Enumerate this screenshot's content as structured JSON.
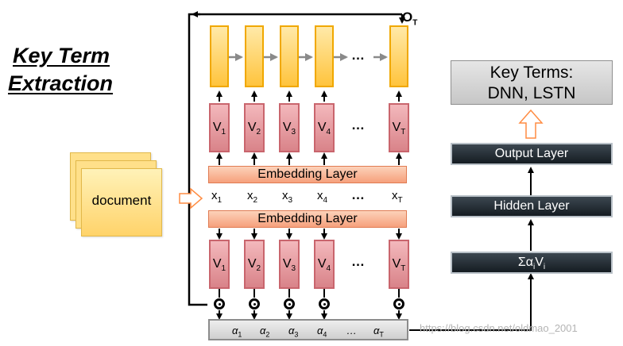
{
  "title": {
    "line1": "Key Term",
    "line2": "Extraction"
  },
  "document": {
    "label": "document"
  },
  "top_row": {
    "output_label": "O",
    "output_sub": "T"
  },
  "v_labels": [
    {
      "main": "V",
      "sub": "1"
    },
    {
      "main": "V",
      "sub": "2"
    },
    {
      "main": "V",
      "sub": "3"
    },
    {
      "main": "V",
      "sub": "4"
    },
    {
      "main": "V",
      "sub": "T"
    }
  ],
  "x_labels": [
    {
      "main": "x",
      "sub": "1"
    },
    {
      "main": "x",
      "sub": "2"
    },
    {
      "main": "x",
      "sub": "3"
    },
    {
      "main": "x",
      "sub": "4"
    },
    {
      "main": "x",
      "sub": "T"
    }
  ],
  "alpha_labels": [
    {
      "main": "α",
      "sub": "1"
    },
    {
      "main": "α",
      "sub": "2"
    },
    {
      "main": "α",
      "sub": "3"
    },
    {
      "main": "α",
      "sub": "4"
    },
    {
      "main": "α",
      "sub": "T"
    }
  ],
  "ellipsis": "…",
  "embedding_label": "Embedding Layer",
  "right_stack": {
    "key_terms_line1": "Key Terms:",
    "key_terms_line2": "DNN, LSTN",
    "output_layer": "Output Layer",
    "hidden_layer": "Hidden Layer",
    "sum_layer": "Σα",
    "sum_sub": "i",
    "sum_tail": "V",
    "sum_tail_sub": "i"
  },
  "watermark": "https://blog.csdn.net/oldmao_2001",
  "colors": {
    "tile_fill": "#ffc43d",
    "v_fill": "#d98389",
    "embed_fill": "#f6a07c",
    "dark_box": "#151c22",
    "arrow_gray": "#8a8a8a",
    "hollow_arrow": "#ff8c42"
  }
}
